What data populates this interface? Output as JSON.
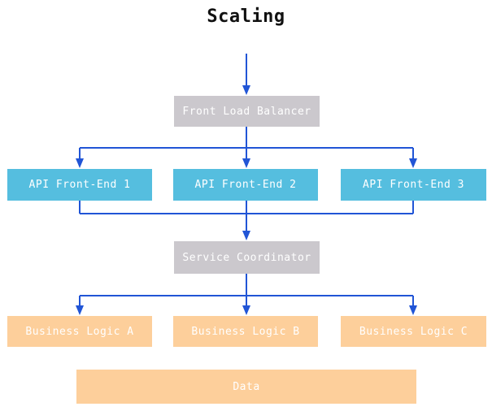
{
  "title": "Scaling",
  "colors": {
    "node_gray": "#cbc8cd",
    "node_cyan": "#55bedf",
    "node_orange": "#fdcf9b",
    "edge_blue": "#2155d6",
    "node_text": "#ffffff",
    "title_text": "#111111"
  },
  "nodes": {
    "front_load_balancer": {
      "label": "Front Load Balancer",
      "color": "node_gray"
    },
    "api_front_end_1": {
      "label": "API Front-End 1",
      "color": "node_cyan"
    },
    "api_front_end_2": {
      "label": "API Front-End 2",
      "color": "node_cyan"
    },
    "api_front_end_3": {
      "label": "API Front-End 3",
      "color": "node_cyan"
    },
    "service_coordinator": {
      "label": "Service Coordinator",
      "color": "node_gray"
    },
    "business_logic_a": {
      "label": "Business Logic A",
      "color": "node_orange"
    },
    "business_logic_b": {
      "label": "Business Logic B",
      "color": "node_orange"
    },
    "business_logic_c": {
      "label": "Business Logic C",
      "color": "node_orange"
    },
    "data_store": {
      "label": "Data",
      "color": "node_orange"
    }
  },
  "edges": [
    {
      "from": "title",
      "to": "front_load_balancer"
    },
    {
      "from": "front_load_balancer",
      "to": "api_front_end_1"
    },
    {
      "from": "front_load_balancer",
      "to": "api_front_end_2"
    },
    {
      "from": "front_load_balancer",
      "to": "api_front_end_3"
    },
    {
      "from": "api_front_end_1",
      "to": "service_coordinator"
    },
    {
      "from": "api_front_end_2",
      "to": "service_coordinator"
    },
    {
      "from": "api_front_end_3",
      "to": "service_coordinator"
    },
    {
      "from": "service_coordinator",
      "to": "business_logic_a"
    },
    {
      "from": "service_coordinator",
      "to": "business_logic_b"
    },
    {
      "from": "service_coordinator",
      "to": "business_logic_c"
    }
  ]
}
